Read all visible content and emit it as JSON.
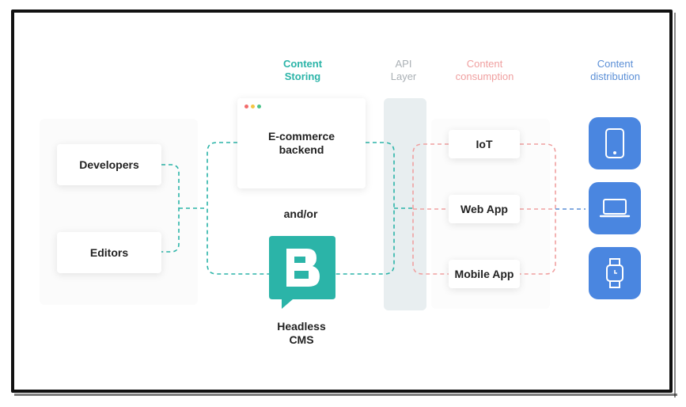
{
  "headings": {
    "content_storing": [
      "Content",
      "Storing"
    ],
    "api_layer": [
      "API",
      "Layer"
    ],
    "content_consumption": [
      "Content",
      "consumption"
    ],
    "content_distribution": [
      "Content",
      "distribution"
    ]
  },
  "sources": {
    "developers": "Developers",
    "editors": "Editors"
  },
  "storing": {
    "backend": [
      "E-commerce",
      "backend"
    ],
    "and_or": "and/or",
    "cms": [
      "Headless",
      "CMS"
    ]
  },
  "consumption": {
    "iot": "IoT",
    "web_app": "Web App",
    "mobile_app": "Mobile App"
  },
  "distribution": {
    "devices": [
      "phone-icon",
      "laptop-icon",
      "smartwatch-icon"
    ]
  },
  "colors": {
    "teal": "#2bb4a8",
    "pink": "#f0a0a0",
    "blue": "#4a86e0",
    "api_bar": "#e8eef0",
    "dot_red": "#f26b6b",
    "dot_yellow": "#f5c542",
    "dot_green": "#4cc38a"
  }
}
